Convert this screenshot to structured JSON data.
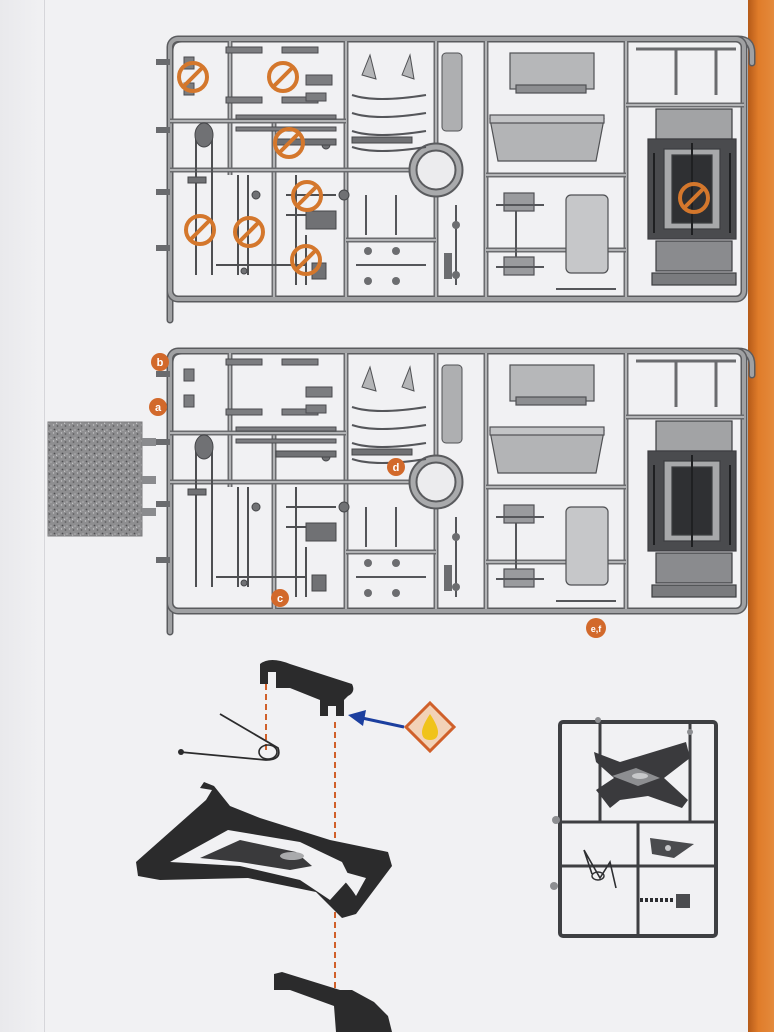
{
  "callouts": {
    "a": "a",
    "b": "b",
    "c": "c",
    "d": "d",
    "ef": "e,f"
  },
  "colors": {
    "page": "#f1f1f3",
    "sprue_grey": "#8d8e90",
    "sprue_outline": "#5a5b5e",
    "callout_orange": "#d2692b",
    "prohibit_orange": "#d4772c",
    "dark_part": "#2b2b2c",
    "guide_line": "#d0602a",
    "arrow_blue": "#1c3f9f",
    "glue_yellow": "#f0c31a",
    "texture_grey": "#8a8a8c"
  },
  "icons": [
    "prohibited-icon",
    "glue-drop-icon",
    "assembly-arrow-icon"
  ]
}
